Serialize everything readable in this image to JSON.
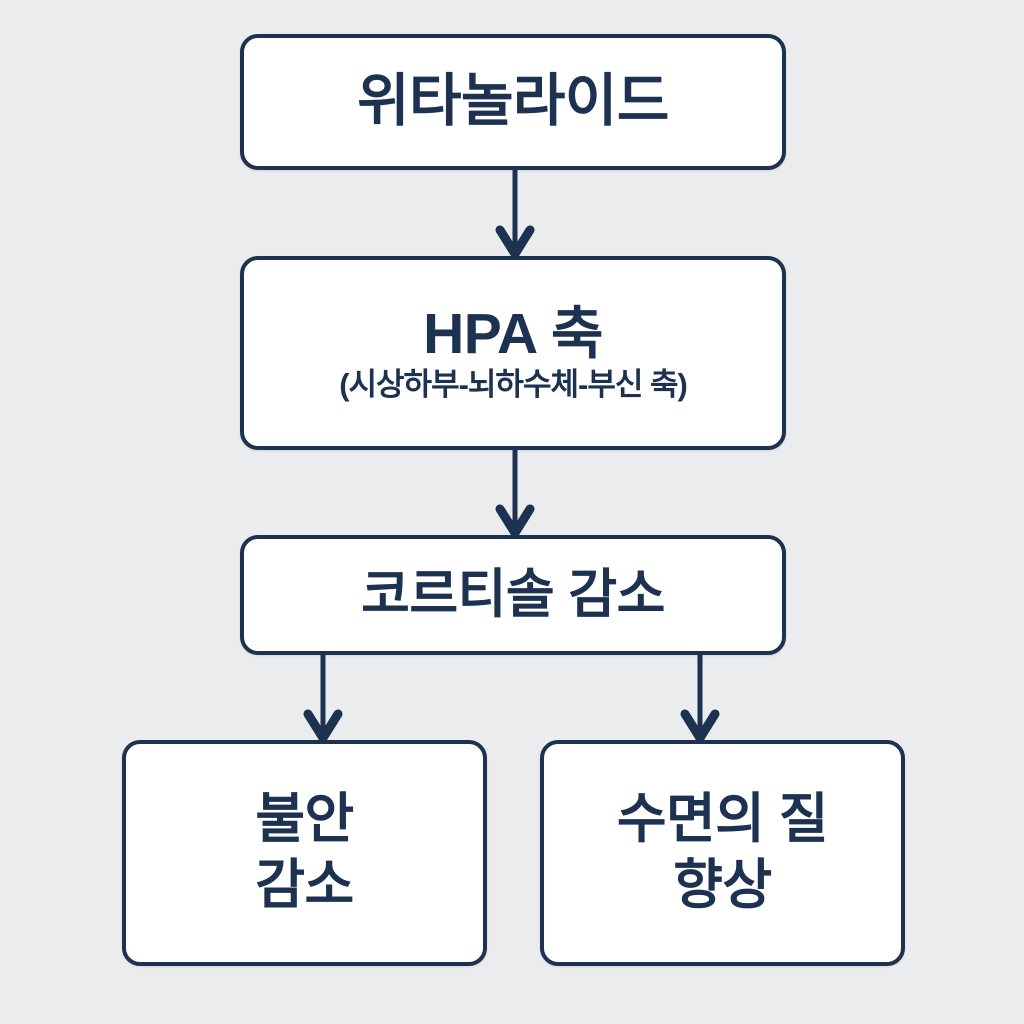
{
  "diagram": {
    "type": "flowchart",
    "direction": "top-to-bottom",
    "background_color": "#ebecee",
    "node_fill_color": "#ffffff",
    "stroke_color": "#1d3150",
    "text_color": "#1d3150",
    "nodes": [
      {
        "id": "withanolide",
        "title": "위타놀라이드",
        "subtitle": ""
      },
      {
        "id": "hpa-axis",
        "title": "HPA 축",
        "subtitle": "(시상하부-뇌하수체-부신 축)"
      },
      {
        "id": "cortisol",
        "title": "코르티솔 감소",
        "subtitle": ""
      },
      {
        "id": "anxiety",
        "title": "불안\n감소",
        "subtitle": ""
      },
      {
        "id": "sleep",
        "title": "수면의 질\n향상",
        "subtitle": ""
      }
    ],
    "edges": [
      {
        "id": "withanolide-hpa",
        "from": "withanolide",
        "to": "hpa-axis",
        "arrowhead": "chevron-down"
      },
      {
        "id": "hpa-cortisol",
        "from": "hpa-axis",
        "to": "cortisol",
        "arrowhead": "chevron-down"
      },
      {
        "id": "cortisol-anxiety",
        "from": "cortisol",
        "to": "anxiety",
        "arrowhead": "chevron-down"
      },
      {
        "id": "cortisol-sleep",
        "from": "cortisol",
        "to": "sleep",
        "arrowhead": "chevron-down"
      }
    ]
  }
}
